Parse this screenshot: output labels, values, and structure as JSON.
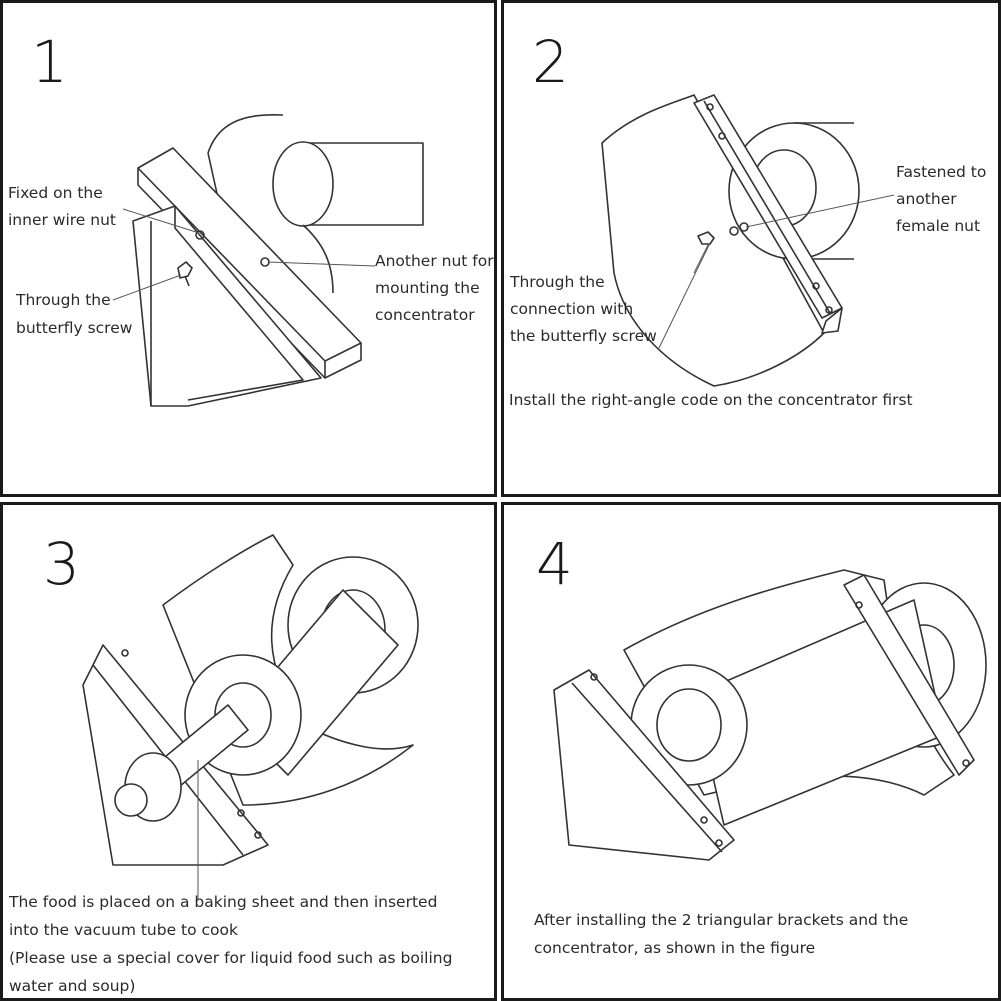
{
  "panels": [
    {
      "number": "1",
      "labels": {
        "fixed_line1": "Fixed on the",
        "fixed_line2": "inner wire nut",
        "through_line1": "Through the",
        "through_line2": "butterfly screw",
        "another_line1": "Another nut for",
        "another_line2": "mounting the",
        "another_line3": "concentrator"
      }
    },
    {
      "number": "2",
      "labels": {
        "fastened_line1": "Fastened to",
        "fastened_line2": "another",
        "fastened_line3": "female nut",
        "through_line1": "Through the",
        "through_line2": "connection with",
        "through_line3": "the butterfly screw",
        "install": "Install the right-angle code on the concentrator first"
      }
    },
    {
      "number": "3",
      "caption": {
        "line1": "The food is placed on a baking sheet and then inserted",
        "line2": "into the vacuum tube to cook",
        "line3": "(Please use a special cover for liquid food such as boiling",
        "line4": "water and soup)"
      }
    },
    {
      "number": "4",
      "caption": {
        "line1": "After installing the 2 triangular brackets and the",
        "line2": "concentrator, as shown in the figure"
      }
    }
  ]
}
